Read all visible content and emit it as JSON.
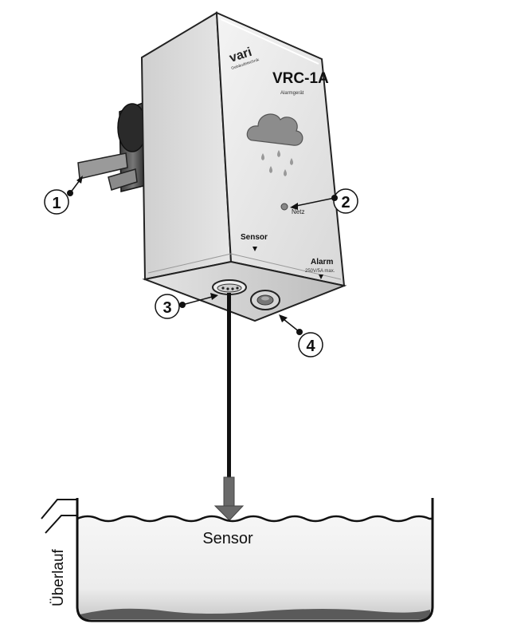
{
  "device": {
    "brand": "vari",
    "brand_sub": "Gebäudetechnik",
    "model": "VRC-1A",
    "model_sub": "Alarmgerät",
    "led_label": "Netz",
    "port_sensor_label": "Sensor",
    "port_alarm_label": "Alarm",
    "port_alarm_sub": "250V/5A max."
  },
  "callouts": [
    {
      "number": "1"
    },
    {
      "number": "2"
    },
    {
      "number": "3"
    },
    {
      "number": "4"
    }
  ],
  "tank": {
    "sensor_label": "Sensor",
    "overflow_label": "Überlauf"
  }
}
